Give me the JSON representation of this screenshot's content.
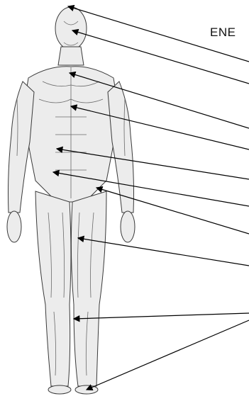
{
  "labels": {
    "code_text": "ENE"
  },
  "arrows": [
    {
      "name": "arrow-head"
    },
    {
      "name": "arrow-face"
    },
    {
      "name": "arrow-neck"
    },
    {
      "name": "arrow-chest"
    },
    {
      "name": "arrow-abdomen-upper"
    },
    {
      "name": "arrow-abdomen-lower"
    },
    {
      "name": "arrow-hip"
    },
    {
      "name": "arrow-thigh"
    },
    {
      "name": "arrow-shin"
    },
    {
      "name": "arrow-foot"
    }
  ],
  "colors": {
    "arrow": "#000000",
    "skin_outline": "#3a3a3a",
    "muscle_fill": "#e6e6e6"
  }
}
